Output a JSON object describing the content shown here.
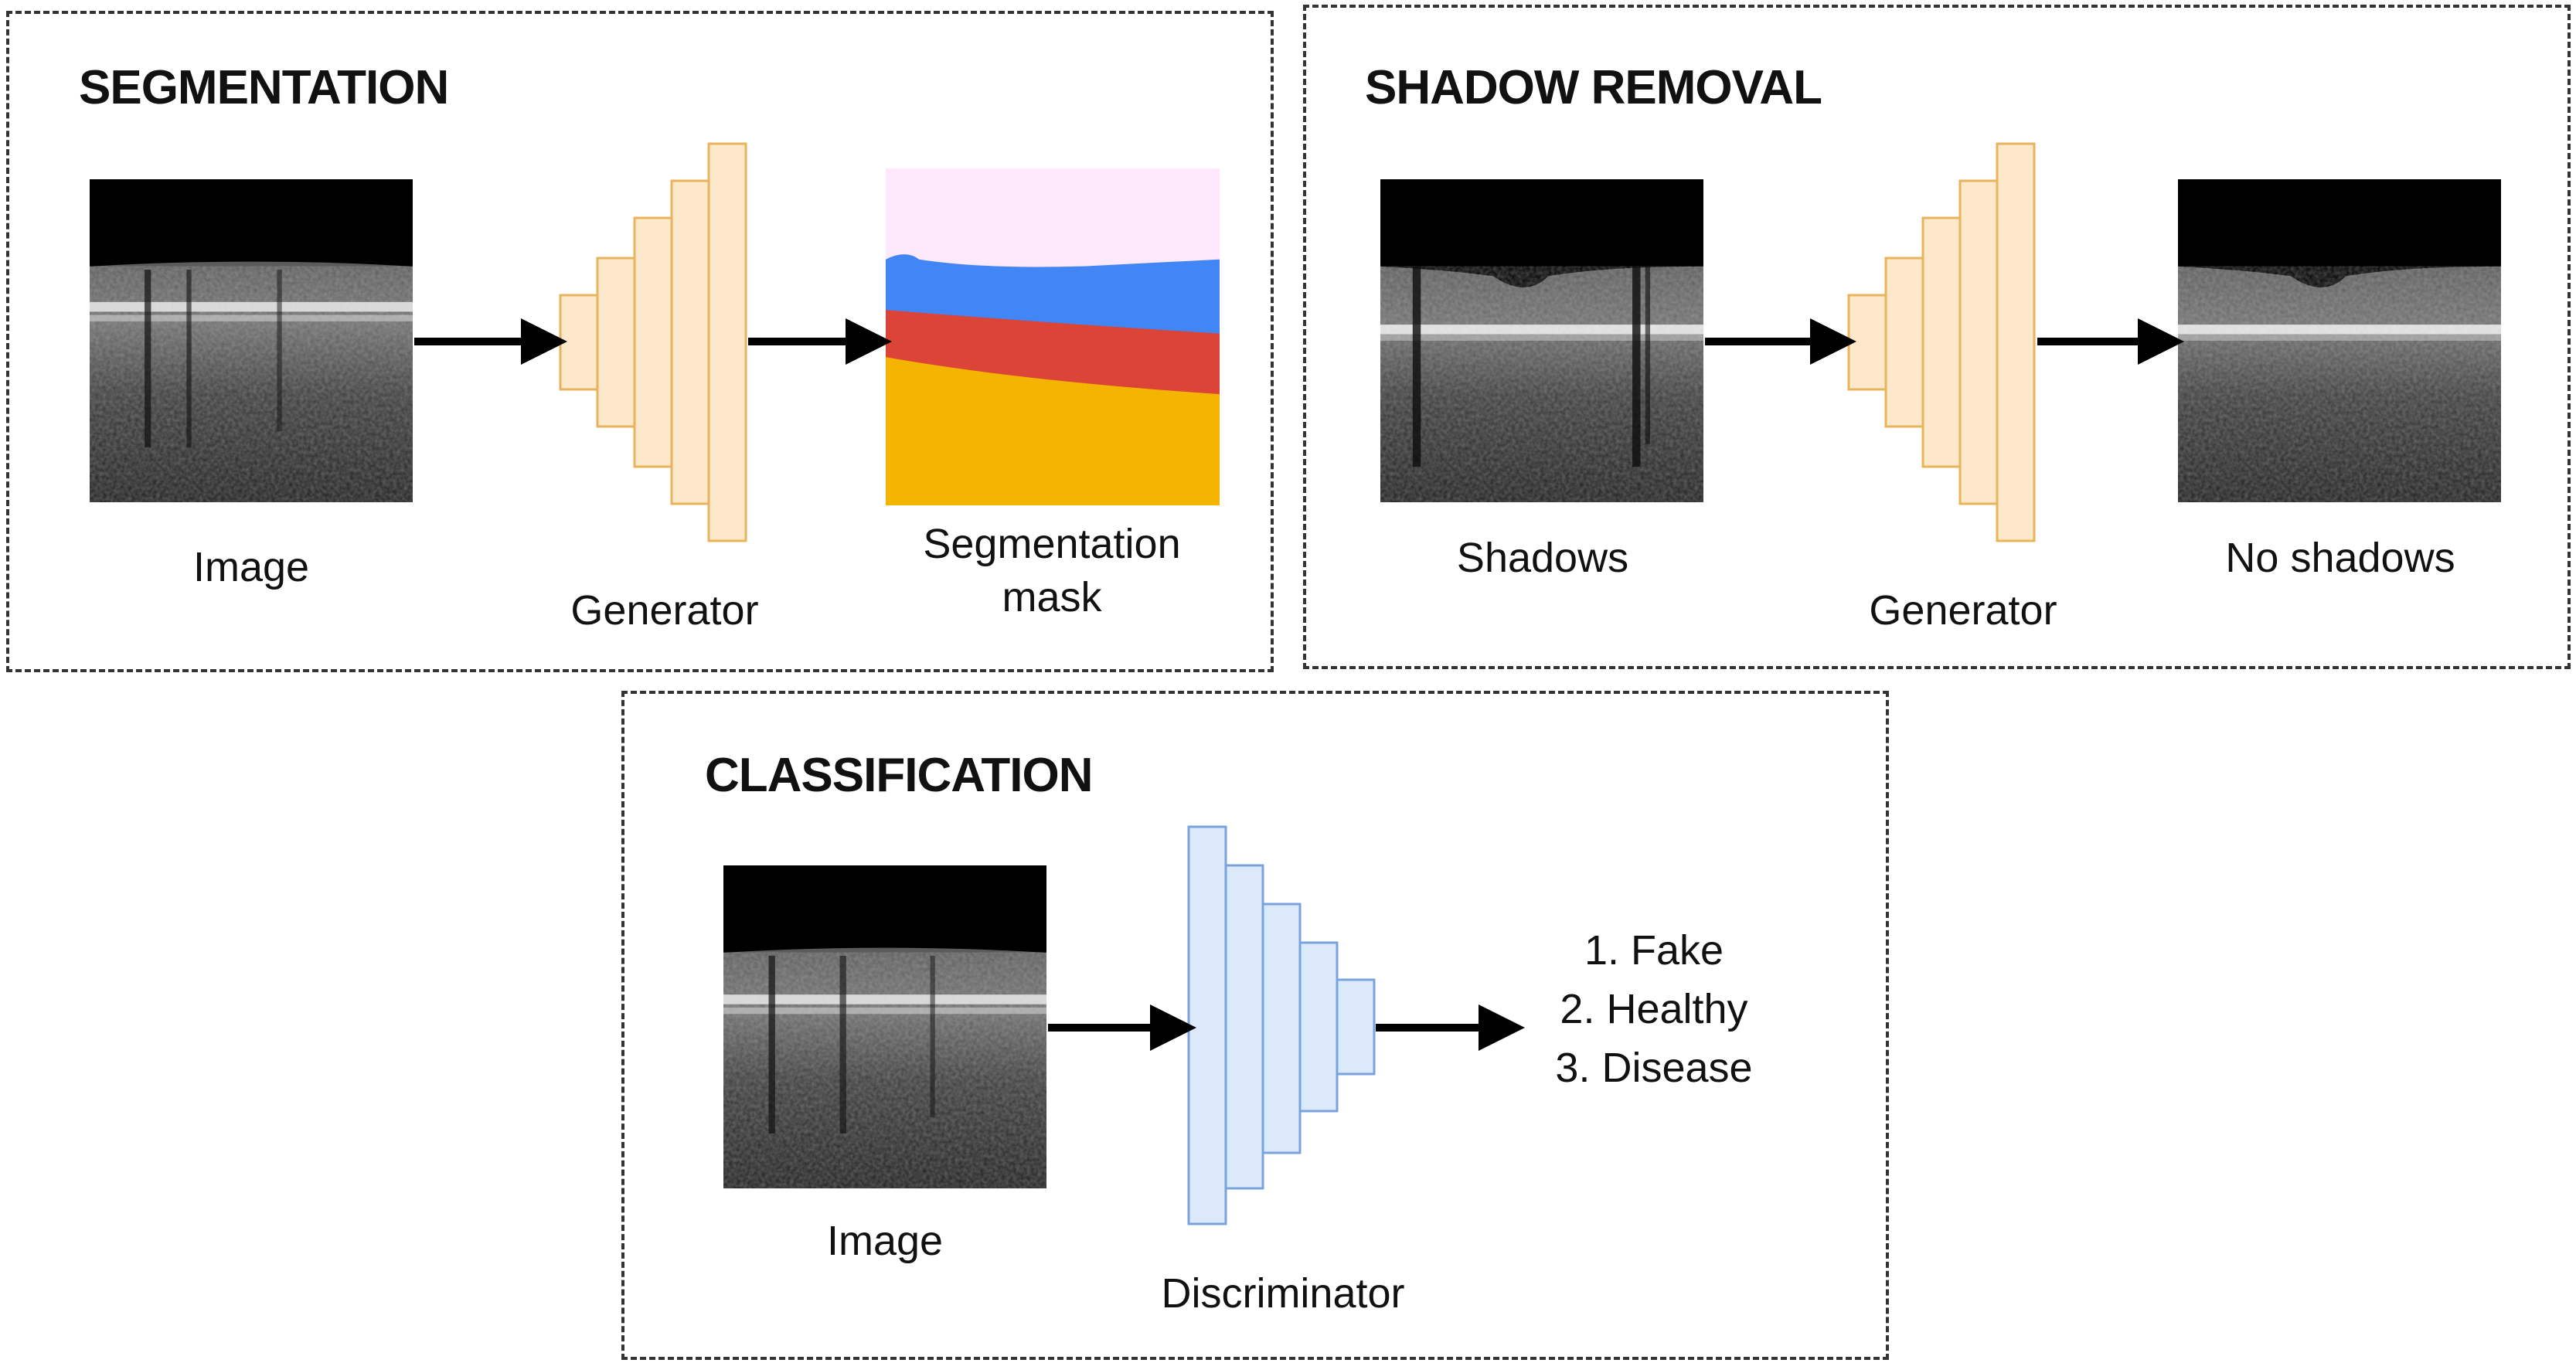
{
  "segmentation": {
    "title": "SEGMENTATION",
    "input_label": "Image",
    "network_label": "Generator",
    "output_label_line1": "Segmentation",
    "output_label_line2": "mask",
    "network_color": "#fde8cc",
    "network_border": "#e8b35a",
    "mask_colors": [
      "#fde9fb",
      "#4285f4",
      "#db4437",
      "#f4b400"
    ]
  },
  "shadow_removal": {
    "title": "SHADOW REMOVAL",
    "input_label": "Shadows",
    "network_label": "Generator",
    "output_label": "No shadows"
  },
  "classification": {
    "title": "CLASSIFICATION",
    "input_label": "Image",
    "network_label": "Discriminator",
    "network_color": "#dce9fb",
    "network_border": "#7aa3dc",
    "outputs": [
      "1. Fake",
      "2. Healthy",
      "3. Disease"
    ]
  }
}
